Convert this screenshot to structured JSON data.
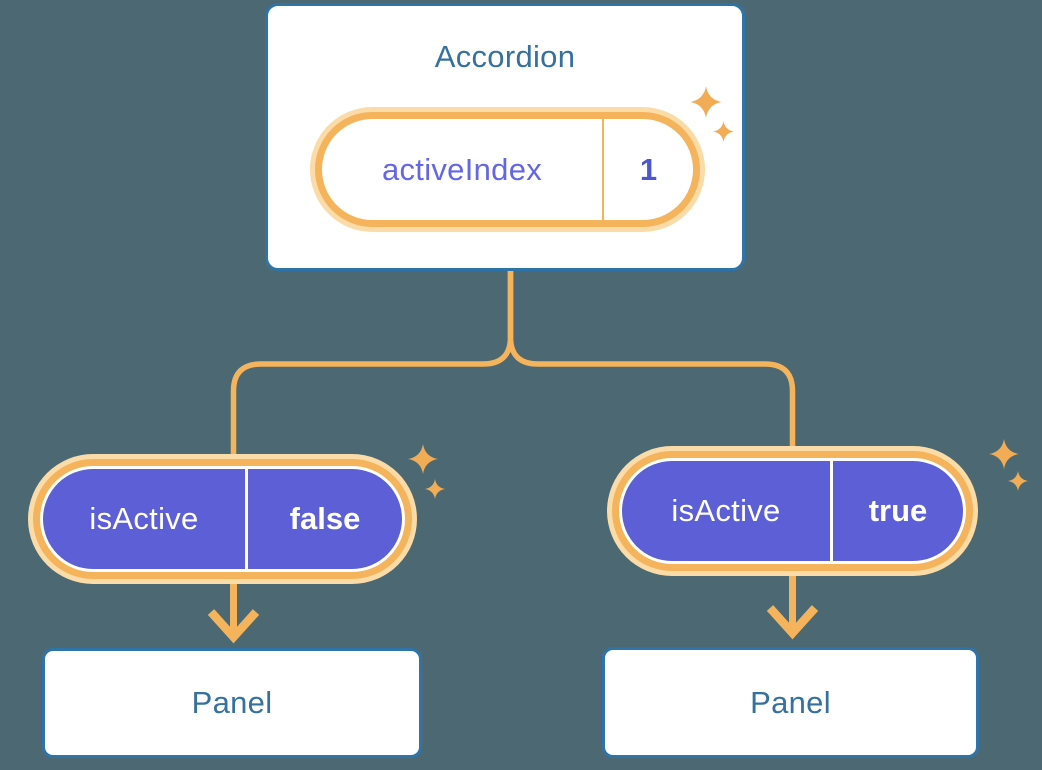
{
  "colors": {
    "background": "#4C6973",
    "card_bg": "#FFFFFF",
    "card_border": "#2E74A8",
    "heading_text": "#35719E",
    "connector": "#F5B45B",
    "pill_ring": "#F5B45B",
    "pill_glow": "#FBDCA8",
    "pill_fill": "#5C5FD6",
    "state_name_text": "#6366E7",
    "state_value_text": "#4C56D2",
    "pill_text": "#FFFFFF",
    "sparkle": "#F2AC55"
  },
  "icons": {
    "sparkles": "four-point-star"
  },
  "diagram": {
    "root": {
      "title": "Accordion",
      "state": {
        "name": "activeIndex",
        "value": "1"
      }
    },
    "children": [
      {
        "prop": {
          "name": "isActive",
          "value": "false"
        },
        "panel": "Panel"
      },
      {
        "prop": {
          "name": "isActive",
          "value": "true"
        },
        "panel": "Panel"
      }
    ]
  }
}
